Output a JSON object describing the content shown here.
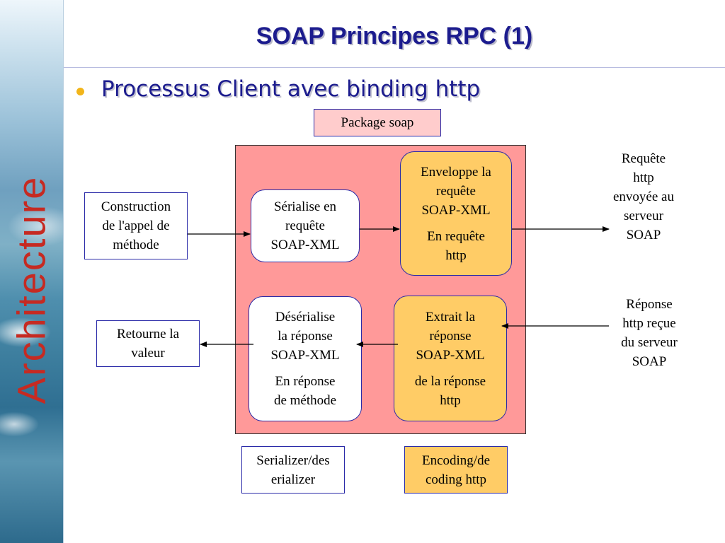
{
  "sidebar": {
    "label": "Architecture"
  },
  "slide": {
    "title": "SOAP Principes RPC (1)",
    "bullet": "Processus Client avec binding http"
  },
  "diagram": {
    "package_label": "Package soap",
    "construction": [
      "Construction",
      "de l'appel de",
      "méthode"
    ],
    "serialise": [
      "Sérialise en",
      "requête",
      "SOAP-XML"
    ],
    "enveloppe": [
      "Enveloppe la",
      "requête",
      "SOAP-XML"
    ],
    "enveloppe_sub": [
      "En requête",
      "http"
    ],
    "requete_out": [
      "Requête",
      "http",
      "envoyée au",
      "serveur",
      "SOAP"
    ],
    "reponse_in": [
      "Réponse",
      "http reçue",
      "du serveur",
      "SOAP"
    ],
    "extrait": [
      "Extrait la",
      "réponse",
      "SOAP-XML"
    ],
    "extrait_sub": [
      "de la réponse",
      "http"
    ],
    "deserialise": [
      "Désérialise",
      "la réponse",
      "SOAP-XML"
    ],
    "deserialise_sub": [
      "En réponse",
      "de méthode"
    ],
    "retourne": [
      "Retourne la",
      "valeur"
    ],
    "serializer_legend": [
      "Serializer/des",
      "erializer"
    ],
    "encoding_legend": [
      "Encoding/de",
      "coding http"
    ]
  }
}
